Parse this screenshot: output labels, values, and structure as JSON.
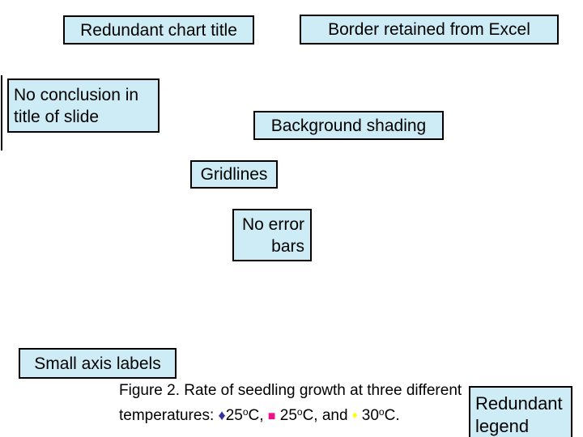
{
  "slide": {
    "background_color": "#ffffff",
    "callout_fill_color": "#cdecf5",
    "callout_border_color": "#000000"
  },
  "callouts": {
    "redundant_chart_title": "Redundant chart title",
    "border_retained": "Border retained from Excel",
    "no_conclusion_line1": "No conclusion in",
    "no_conclusion_line2": "title of slide",
    "background_shading": "Background shading",
    "gridlines": "Gridlines",
    "no_error_bars_line1": "No error",
    "no_error_bars_line2": "bars",
    "small_axis_labels": "Small axis labels",
    "redundant_legend_line1": "Redundant",
    "redundant_legend_line2": "legend"
  },
  "caption": {
    "line1": "Figure 2.  Rate of seedling growth at three different",
    "line2": {
      "prefix": "temperatures: ",
      "s1_marker": "♦",
      "s1_value": "25",
      "s1_deg": "o",
      "s1_unit": "C, ",
      "s2_marker": "■",
      "s2_value": " 25",
      "s2_deg": "o",
      "s2_unit": "C, and ",
      "s3_marker": "♦",
      "s3_value": " 30",
      "s3_deg": "o",
      "s3_unit": "C."
    },
    "marker_colors": {
      "series1": "#333399",
      "series2": "#ee1188",
      "series3": "#ffff00"
    }
  }
}
